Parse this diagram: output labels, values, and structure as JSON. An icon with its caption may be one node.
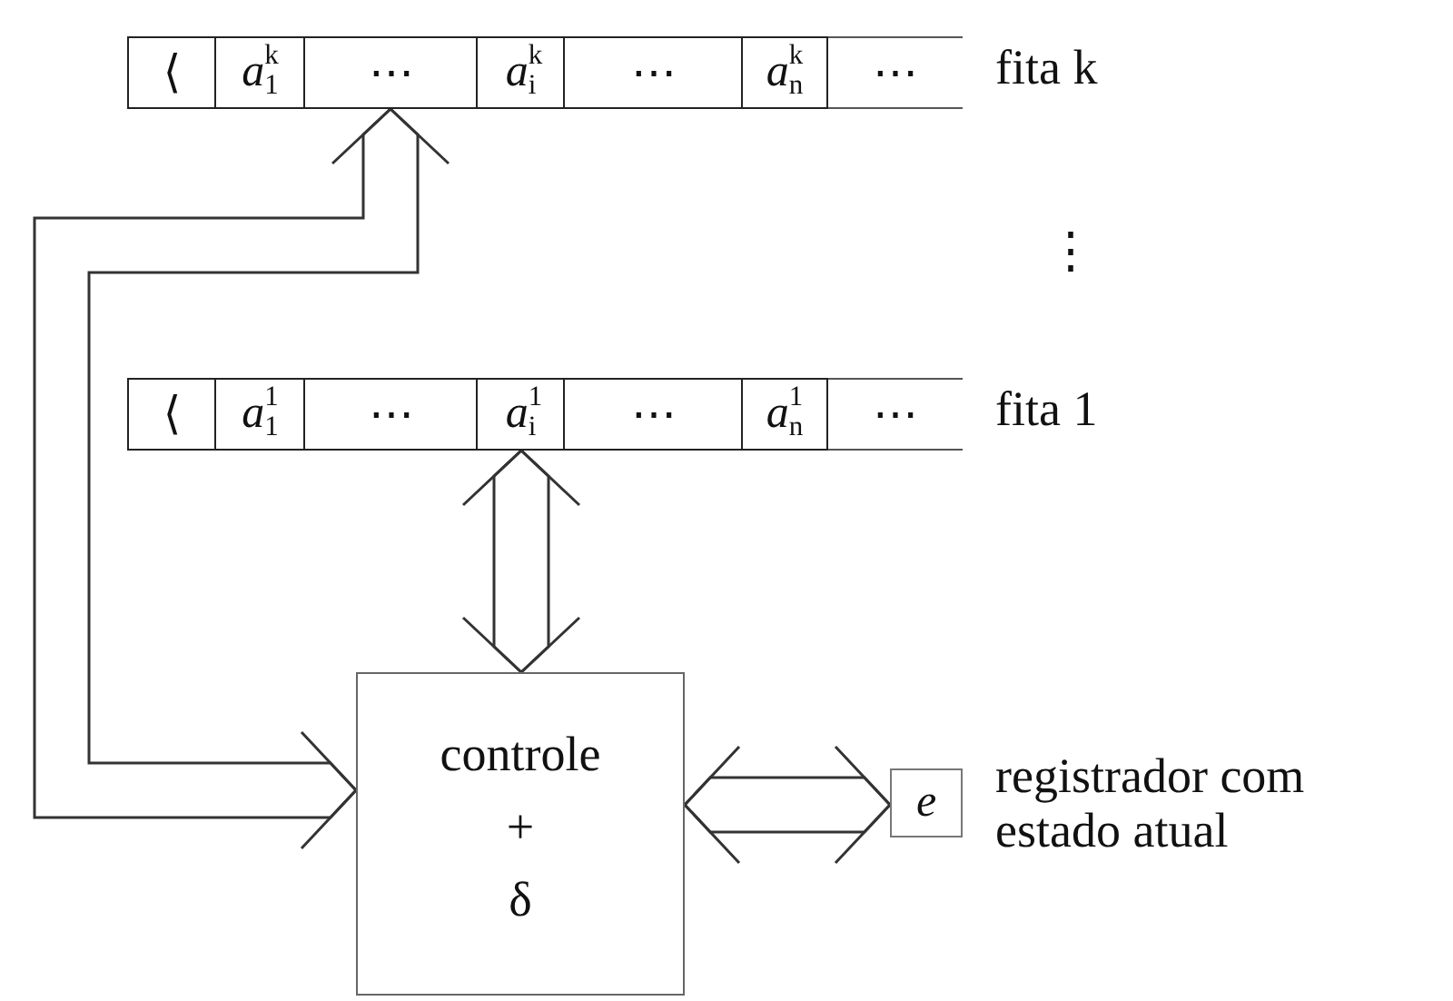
{
  "diagram": {
    "nodes": [
      {
        "text": [
          "⟨"
        ]
      },
      {
        "text": [
          "*a*$^{k}$$_{1}$"
        ]
      },
      {
        "text": [
          "⋯"
        ]
      },
      {
        "text": [
          "*a*$^{k}$$_{i}$"
        ]
      },
      {
        "text": [
          "⋯"
        ]
      },
      {
        "text": [
          "*a*$^{k}$$_{n}$"
        ]
      },
      {
        "text": [
          "⋯"
        ],
        "beside": [
          "fita k"
        ]
      },
      {
        "text": [
          "⟨"
        ]
      },
      {
        "text": [
          "*a*$^{1}$$_{1}$"
        ]
      },
      {
        "text": [
          "⋯"
        ]
      },
      {
        "text": [
          "*a*$^{1}$$_{i}$"
        ]
      },
      {
        "text": [
          "⋯"
        ]
      },
      {
        "text": [
          "*a*$^{1}$$_{n}$"
        ]
      },
      {
        "text": [
          "⋯"
        ],
        "beside": [
          "fita 1"
        ]
      },
      {
        "text": [
          "controle",
          "+",
          "δ"
        ]
      },
      {
        "text": [
          "*e*"
        ],
        "beside": [
          "registrador com estado atual"
        ]
      }
    ],
    "edges": [
      {
        "from": 14,
        "to": 2,
        "arrow": "both"
      },
      {
        "from": 14,
        "to": 10,
        "arrow": "both"
      },
      {
        "from": 14,
        "to": 15,
        "arrow": "both"
      }
    ],
    "labels": [
      "⋮"
    ]
  }
}
